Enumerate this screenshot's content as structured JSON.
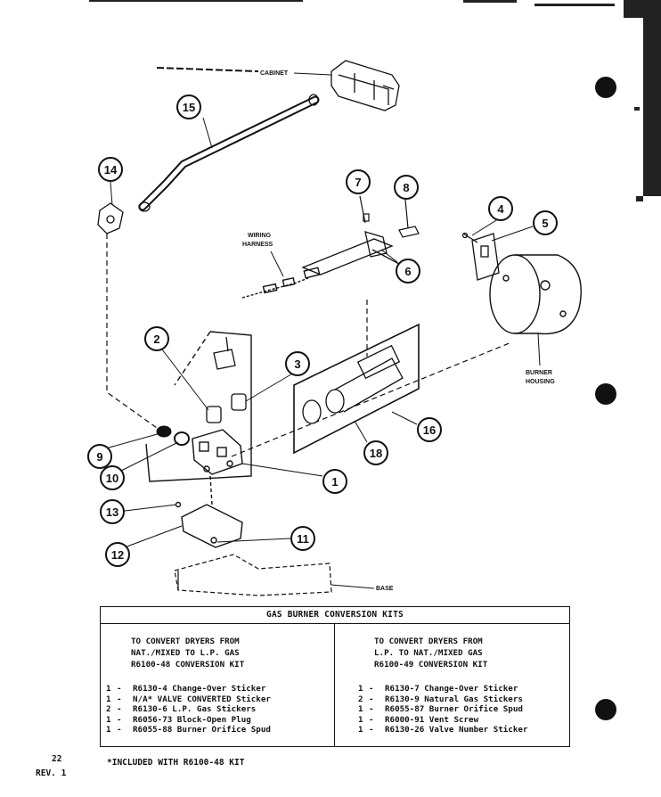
{
  "labels": {
    "cabinet": "CABINET",
    "wiring_harness": "WIRING\nHARNESS",
    "burner_housing": "BURNER\nHOUSING",
    "base": "BASE"
  },
  "callouts": [
    "1",
    "2",
    "3",
    "4",
    "5",
    "6",
    "7",
    "8",
    "9",
    "10",
    "11",
    "12",
    "13",
    "14",
    "15",
    "16",
    "18"
  ],
  "kit_table": {
    "heading": "GAS BURNER CONVERSION KITS",
    "left": {
      "title_line1": "TO CONVERT DRYERS FROM",
      "title_line2": "NAT./MIXED TO L.P. GAS",
      "title_line3": "R6100-48 CONVERSION KIT",
      "items": [
        {
          "qty": "1",
          "text": "R6130-4 Change-Over Sticker"
        },
        {
          "qty": "1",
          "text": "N/A* VALVE CONVERTED Sticker"
        },
        {
          "qty": "2",
          "text": "R6130-6 L.P. Gas Stickers"
        },
        {
          "qty": "1",
          "text": "R6056-73 Block-Open Plug"
        },
        {
          "qty": "1",
          "text": "R6055-88 Burner Orifice Spud"
        }
      ]
    },
    "right": {
      "title_line1": "TO CONVERT DRYERS FROM",
      "title_line2": "L.P. TO NAT./MIXED GAS",
      "title_line3": "R6100-49 CONVERSION KIT",
      "items": [
        {
          "qty": "1",
          "text": "R6130-7 Change-Over Sticker"
        },
        {
          "qty": "2",
          "text": "R6130-9 Natural Gas Stickers"
        },
        {
          "qty": "1",
          "text": "R6055-87 Burner Orifice Spud"
        },
        {
          "qty": "1",
          "text": "R6000-91 Vent Screw"
        },
        {
          "qty": "1",
          "text": "R6130-26 Valve Number Sticker"
        }
      ]
    }
  },
  "footnote": "*INCLUDED WITH R6100-48 KIT",
  "page_number": "22",
  "revision": "REV. 1"
}
